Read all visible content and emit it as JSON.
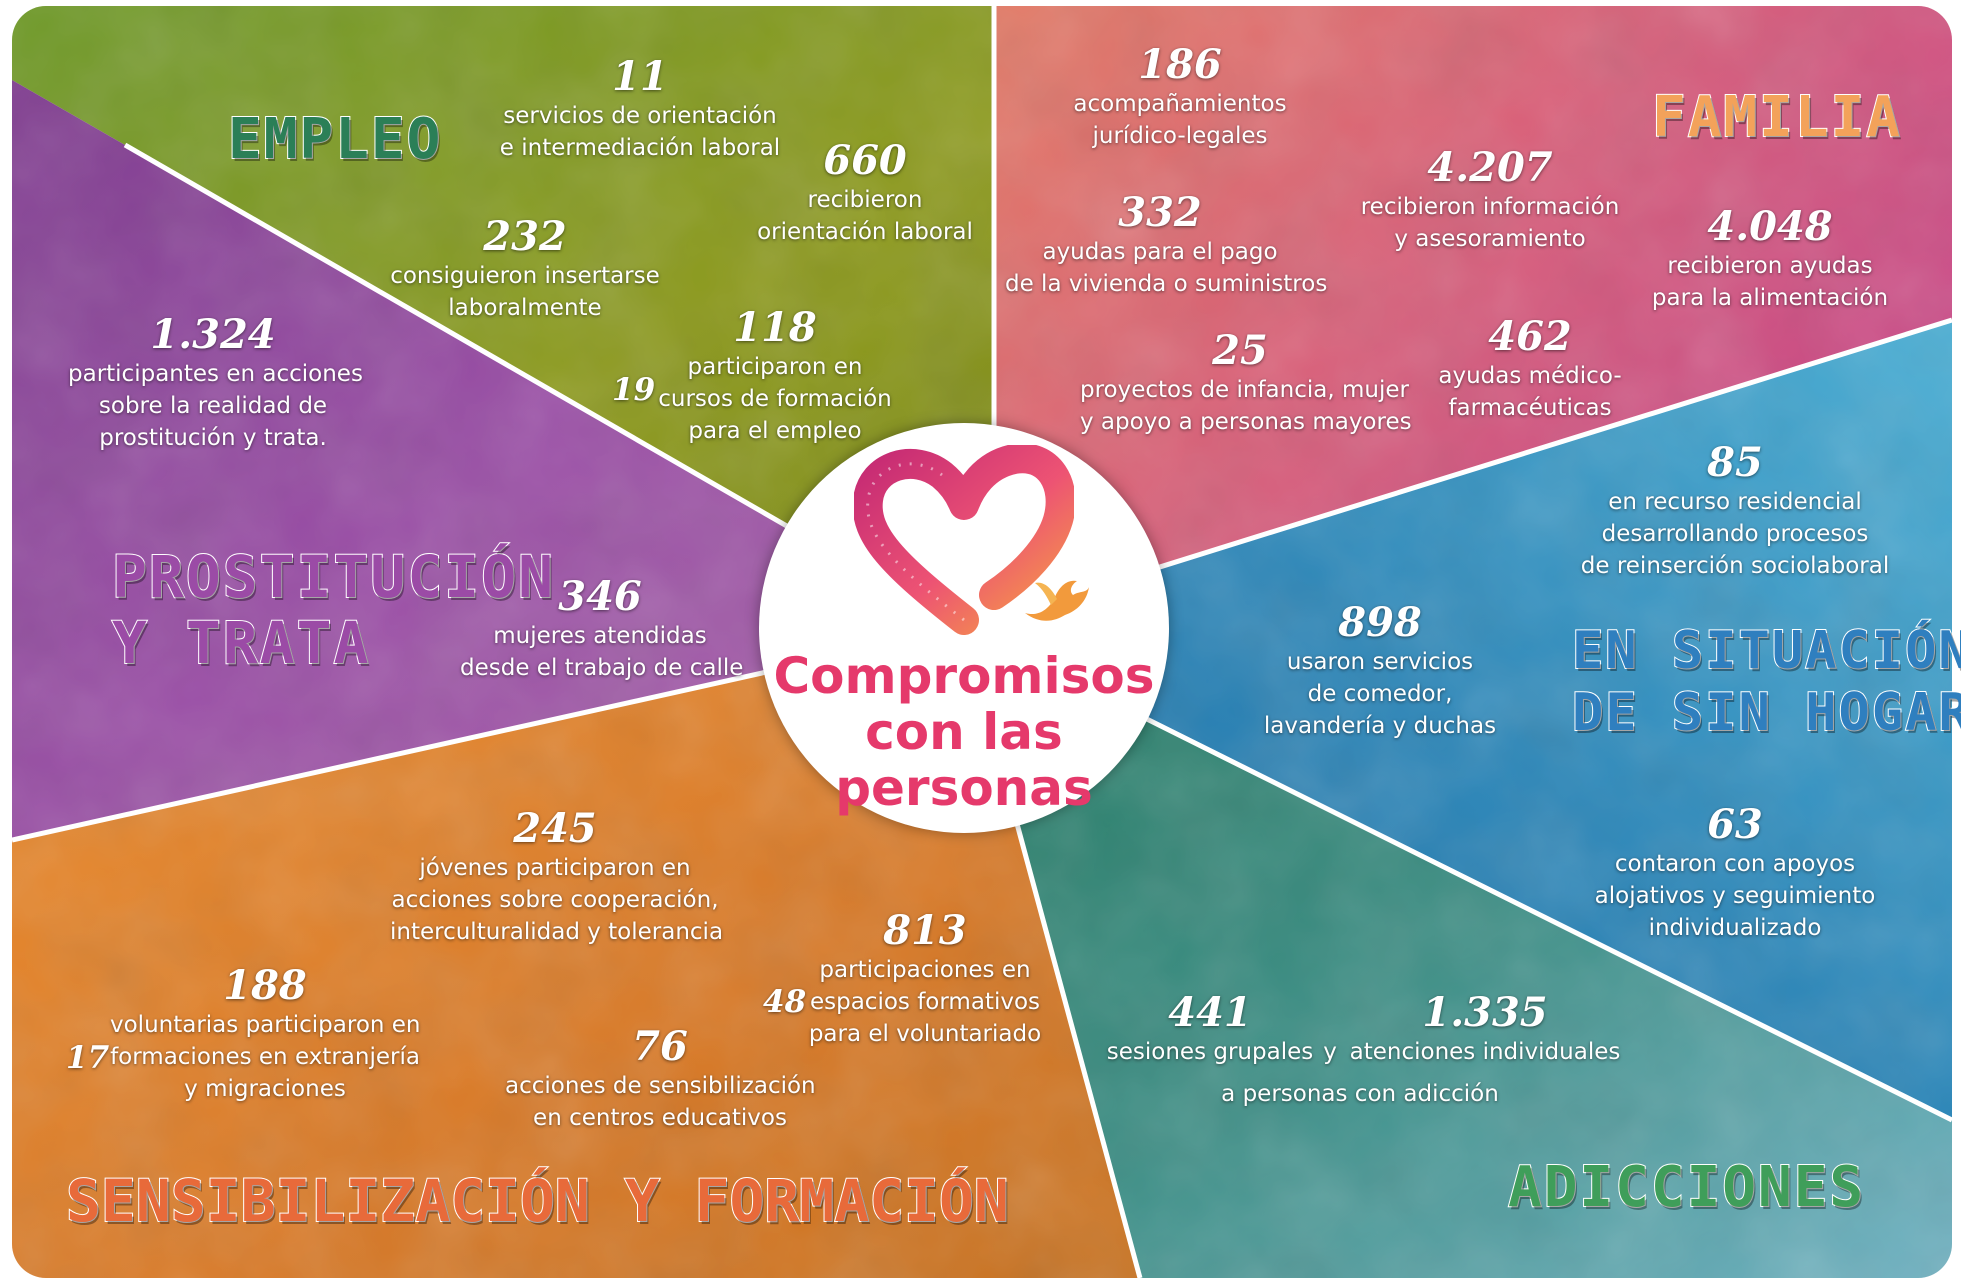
{
  "colors": {
    "empleo": "#8c9a1d",
    "familia": "#d44d78",
    "sinhogar": "#2a7fb0",
    "adicciones": "#2f8a7c",
    "sensibilizacion": "#e0822c",
    "prostitucion": "#9446a0",
    "brand": "#e5396b"
  },
  "icons": [
    "heart-brush-icon",
    "bird-icon"
  ],
  "center": {
    "line1": "Compromisos",
    "line2": "con las",
    "line3": "personas"
  },
  "empleo": {
    "title": "Empleo",
    "s1": {
      "num": "11",
      "l1": "servicios de orientación",
      "l2": "e intermediación laboral"
    },
    "s2": {
      "num": "660",
      "l1": "recibieron",
      "l2": "orientación laboral"
    },
    "s3": {
      "num": "232",
      "l1": "consiguieron insertarse",
      "l2": "laboralmente"
    },
    "s4": {
      "num": "118",
      "side": "19",
      "l1": "participaron en",
      "l2": "cursos de formación",
      "l3": "para el empleo"
    }
  },
  "familia": {
    "title": "Familia",
    "s1": {
      "num": "186",
      "l1": "acompañamientos",
      "l2": "jurídico-legales"
    },
    "s2": {
      "num": "4.207",
      "l1": "recibieron información",
      "l2": "y asesoramiento"
    },
    "s3": {
      "num": "332",
      "l1": "ayudas para el pago",
      "l2": "de la vivienda o suministros"
    },
    "s4": {
      "num": "4.048",
      "l1": "recibieron ayudas",
      "l2": "para la alimentación"
    },
    "s5": {
      "num": "25",
      "l1": "proyectos de infancia, mujer",
      "l2": "y apoyo a personas mayores"
    },
    "s6": {
      "num": "462",
      "l1": "ayudas médico-",
      "l2": "farmacéuticas"
    }
  },
  "prostitucion": {
    "title_l1": "Prostitución",
    "title_l2": "y trata",
    "s1": {
      "num": "1.324",
      "l1": "participantes en acciones",
      "l2": "sobre la realidad de",
      "l3": "prostitución y trata."
    },
    "s2": {
      "num": "346",
      "l1": "mujeres atendidas",
      "l2": "desde el trabajo de calle"
    }
  },
  "sinhogar": {
    "title_l1": "En situación",
    "title_l2": "de sin hogar",
    "s1": {
      "num": "85",
      "l1": "en recurso residencial",
      "l2": "desarrollando procesos",
      "l3": "de reinserción sociolaboral"
    },
    "s2": {
      "num": "898",
      "l1": "usaron servicios",
      "l2": "de comedor,",
      "l3": "lavandería y duchas"
    },
    "s3": {
      "num": "63",
      "l1": "contaron con apoyos",
      "l2": "alojativos y seguimiento",
      "l3": "individualizado"
    }
  },
  "sensibilizacion": {
    "title": "Sensibilización y formación",
    "s1": {
      "num": "245",
      "l1": "jóvenes participaron en",
      "l2": "acciones sobre cooperación,",
      "l3": "interculturalidad y tolerancia"
    },
    "s2": {
      "num": "188",
      "side": "17",
      "l1": "voluntarias participaron en",
      "l2": "formaciones en extranjería",
      "l3": "y migraciones"
    },
    "s3": {
      "num": "813",
      "side": "48",
      "l1": "participaciones en",
      "l2": "espacios formativos",
      "l3": "para el voluntariado"
    },
    "s4": {
      "num": "76",
      "l1": "acciones de sensibilización",
      "l2": "en centros educativos"
    }
  },
  "adicciones": {
    "title": "Adicciones",
    "s1": {
      "num": "441",
      "l1": "sesiones grupales"
    },
    "conj": "y",
    "s2": {
      "num": "1.335",
      "l1": "atenciones individuales"
    },
    "footer": "a personas con adicción"
  }
}
